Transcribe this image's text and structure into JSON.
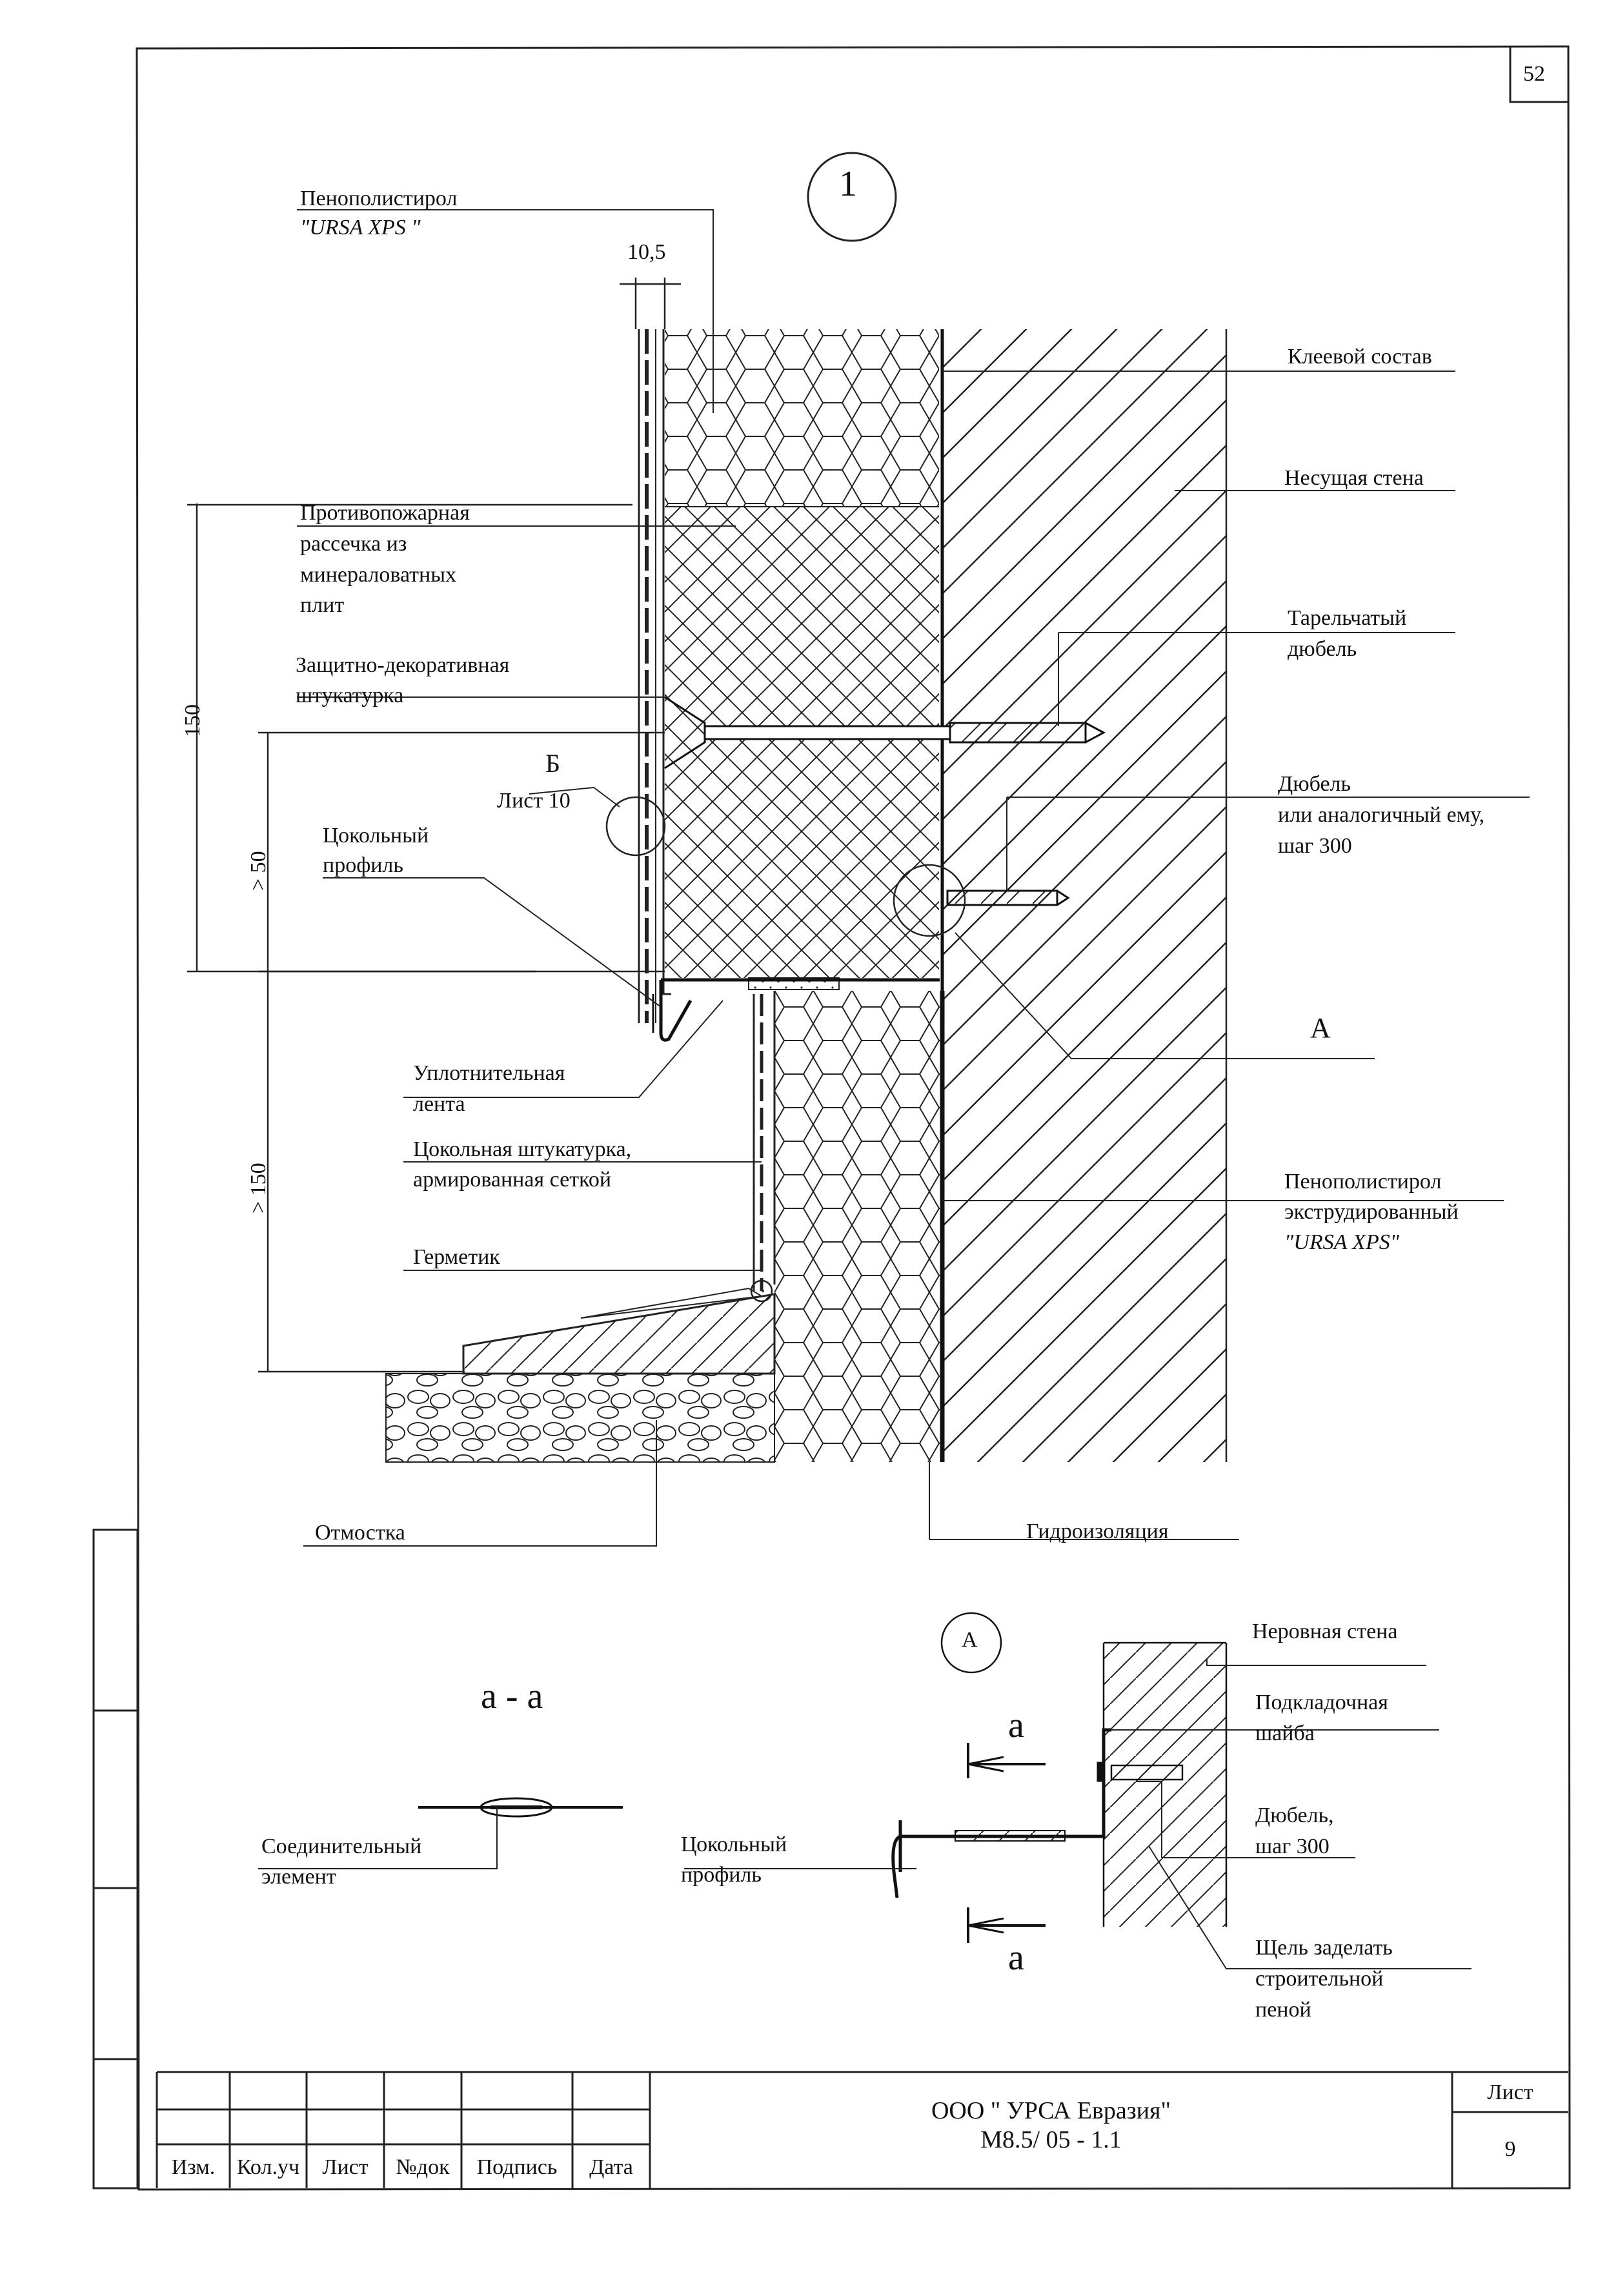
{
  "sheet_corner_number": "52",
  "detail_marker": "1",
  "dimension_top": "10,5",
  "dims": {
    "d150": "150",
    "d50": "> 50",
    "d150b": "> 150"
  },
  "labels": {
    "eps_top_1": "Пенополистирол",
    "eps_top_2": "\"URSA XPS \"",
    "fire_1": "Противопожарная",
    "fire_2": "рассечка из",
    "fire_3": "минераловатных",
    "fire_4": "плит",
    "plaster_1": "Защитно-декоративная",
    "plaster_2": "штукатурка",
    "ref_b": "Б",
    "ref_b_sheet": "Лист 10",
    "plinth_1": "Цокольный",
    "plinth_2": "профиль",
    "seal_tape_1": "Уплотнительная",
    "seal_tape_2": "лента",
    "plinth_plaster_1": "Цокольная штукатурка,",
    "plinth_plaster_2": "армированная сеткой",
    "sealant": "Герметик",
    "blind_area": "Отмостка",
    "waterproofing": "Гидроизоляция",
    "glue": "Клеевой состав",
    "bearing_wall": "Несущая стена",
    "disc_dowel_1": "Тарельчатый",
    "disc_dowel_2": "дюбель",
    "dowel_1": "Дюбель",
    "dowel_2": "или аналогичный ему,",
    "dowel_3": "шаг 300",
    "ref_a": "А",
    "xps_1": "Пенополистирол",
    "xps_2": "экструдированный",
    "xps_3": "\"URSA XPS\""
  },
  "detail_a": {
    "marker": "А",
    "section_title": "а - а",
    "arrow_top": "а",
    "arrow_bottom": "а",
    "uneven_wall": "Неровная стена",
    "washer_1": "Подкладочная",
    "washer_2": "шайба",
    "dowel_1": "Дюбель,",
    "dowel_2": "шаг 300",
    "gap_1": "Щель заделать",
    "gap_2": "строительной",
    "gap_3": "пеной",
    "connector_1": "Соединительный",
    "connector_2": "элемент",
    "plinth_1": "Цокольный",
    "plinth_2": "профиль"
  },
  "title_block": {
    "company": "ООО \" УРСА Евразия\"",
    "code": "М8.5/ 05 - 1.1",
    "sheet_label": "Лист",
    "sheet_number": "9",
    "cols": [
      "Изм.",
      "Кол.уч",
      "Лист",
      "№док",
      "Подпись",
      "Дата"
    ]
  }
}
